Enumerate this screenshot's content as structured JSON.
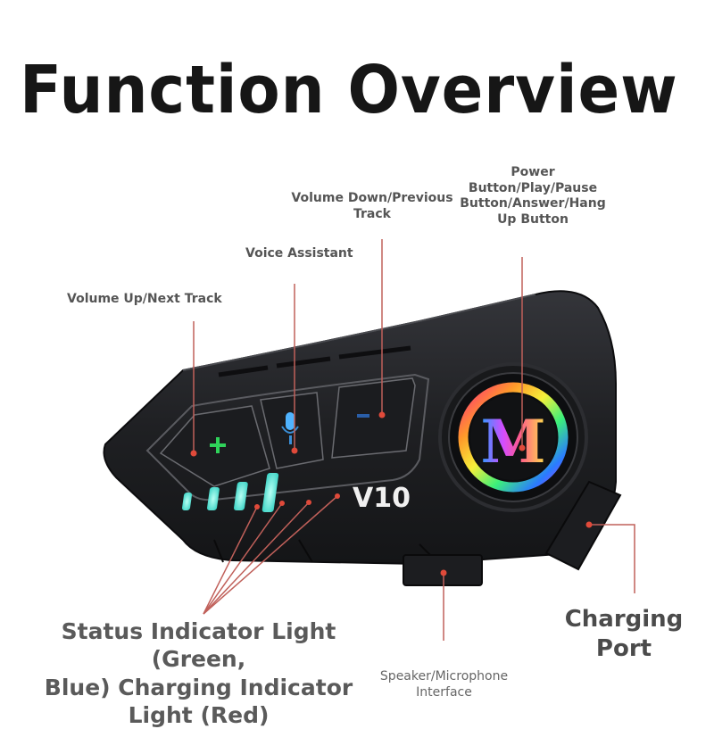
{
  "title": "Function Overview",
  "product": {
    "model_badge": "V10",
    "logo_letter": "M",
    "colors": {
      "body": "#1e1f22",
      "body_edge": "#3a3b3f",
      "plus_icon": "#2fd35a",
      "mic_icon": "#4fb3ff",
      "minus_icon": "#2a5ea8",
      "indicator": "#5ff0d8",
      "callout_line": "#c0605a",
      "callout_dot": "#e04a3a"
    },
    "indicator_bar_count": 4
  },
  "callouts": [
    {
      "id": "volume-up",
      "label": "Volume Up/Next Track"
    },
    {
      "id": "voice-assistant",
      "label": "Voice Assistant"
    },
    {
      "id": "volume-down",
      "label": "Volume Down/Previous Track"
    },
    {
      "id": "power",
      "label": "Power Button/Play/Pause Button/Answer/Hang Up Button"
    },
    {
      "id": "status-indicator",
      "label": "Status Indicator Light (Green, Blue) Charging Indicator Light (Red)"
    },
    {
      "id": "speaker-mic",
      "label": "Speaker/Microphone Interface"
    },
    {
      "id": "charging-port",
      "label": "Charging Port"
    }
  ],
  "labels": {
    "volume_up": "Volume Up/Next Track",
    "voice_assistant": "Voice Assistant",
    "volume_down_l1": "Volume Down/Previous",
    "volume_down_l2": "Track",
    "power_l1": "Power",
    "power_l2": "Button/Play/Pause",
    "power_l3": "Button/Answer/Hang",
    "power_l4": "Up Button",
    "status_l1": "Status Indicator Light (Green,",
    "status_l2": "Blue) Charging Indicator",
    "status_l3": "Light (Red)",
    "speaker_l1": "Speaker/Microphone",
    "speaker_l2": "Interface",
    "charging_port": "Charging Port"
  }
}
